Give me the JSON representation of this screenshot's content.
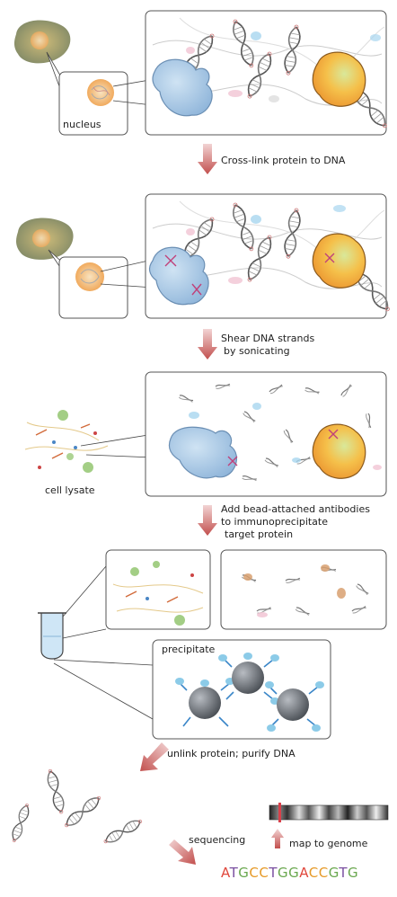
{
  "labels": {
    "nucleus": "nucleus",
    "step1": "Cross-link protein to DNA",
    "step2_line1": "Shear DNA strands",
    "step2_line2": "by sonicating",
    "cell_lysate": "cell lysate",
    "step3_line1": "Add bead-attached antibodies",
    "step3_line2": "to immunoprecipitate",
    "step3_line3": "target protein",
    "precipitate": "precipitate",
    "step4": "unlink protein; purify DNA",
    "sequencing": "sequencing",
    "map_to_genome": "map to genome"
  },
  "sequence": {
    "letters": [
      "A",
      "T",
      "G",
      "C",
      "C",
      "T",
      "G",
      "G",
      "A",
      "C",
      "C",
      "G",
      "T",
      "G"
    ],
    "colors": {
      "A": "#e0473c",
      "T": "#7a4fa0",
      "G": "#6aa84f",
      "C": "#e69a28"
    }
  },
  "colors": {
    "arrow": "#c9605f",
    "arrow_dark": "#b94a48",
    "panel_border": "#555555",
    "blue_protein": "#a9c9e6",
    "orange_protein": "#f0a23a",
    "green_protein": "#b9d87a",
    "bead": "#6e737a",
    "antibody": "#3a86c8"
  }
}
